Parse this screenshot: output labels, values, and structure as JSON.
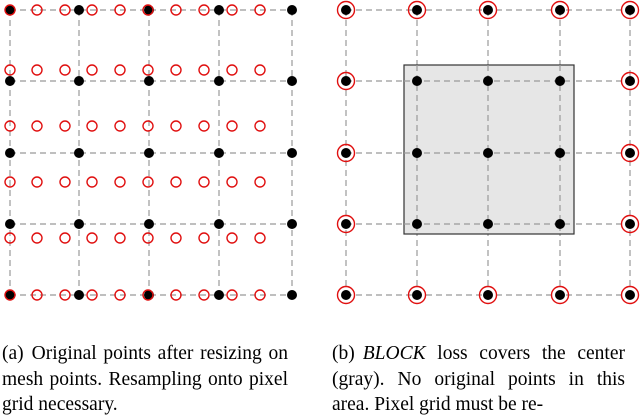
{
  "figure_a": {
    "caption_label": "(a)",
    "caption_text": "Original points after resizing on mesh points. Resampling onto pixel grid necessary."
  },
  "figure_b": {
    "caption_label": "(b)",
    "caption_italic": "BLOCK",
    "caption_text": " loss covers the center (gray). No original points in this area. Pixel grid must be re-"
  },
  "colors": {
    "grid_line": "#999999",
    "original_point": "#000000",
    "resampled_point": "#e01010",
    "block_fill": "#e6e6e6",
    "block_stroke": "#333333"
  },
  "legend_semantics": {
    "filled_points": "original points",
    "hollow_points": "pixel grid points"
  }
}
